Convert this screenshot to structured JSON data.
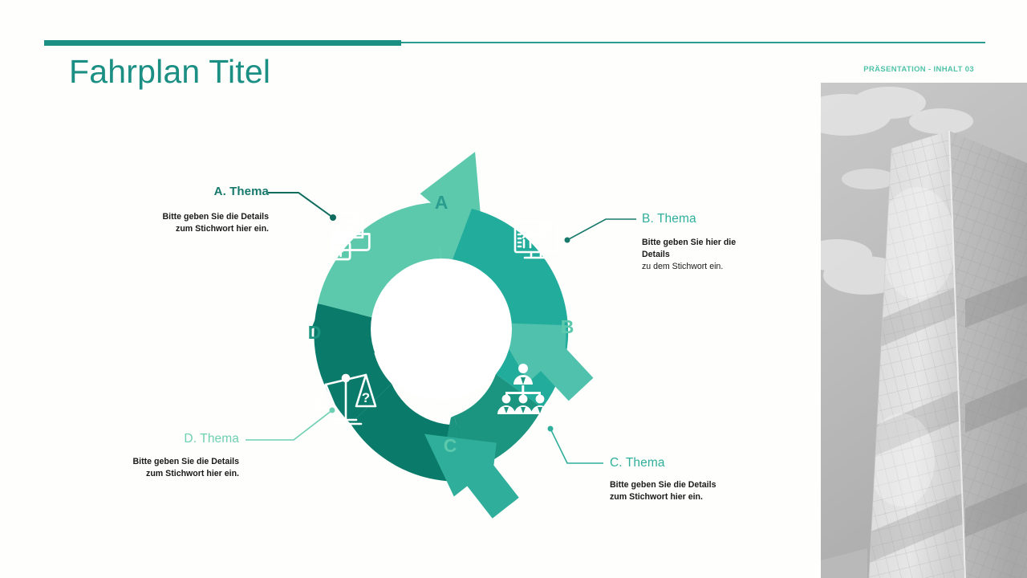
{
  "slide": {
    "title": "Fahrplan Titel",
    "eyebrow": "PRÄSENTATION - INHALT 03",
    "accent_color": "#1b8f83",
    "rule_color": "#2a9d8f",
    "eyebrow_color": "#4fc2a8",
    "background": "#fefffc"
  },
  "cycle": {
    "segments": [
      {
        "key": "A",
        "letter": "A",
        "color": "#5dc9ac",
        "letter_color": "#2a9d8f",
        "icon": "document-lock-icon",
        "title": "A. Thema",
        "title_color": "#17786c",
        "body_bold": "Bitte geben Sie die Details",
        "body_light": "zum Stichwort hier ein.",
        "align": "right"
      },
      {
        "key": "B",
        "letter": "B",
        "color": "#22ac9c",
        "letter_color": "#5dc9ac",
        "icon": "analytics-monitor-icon",
        "title": "B. Thema",
        "title_color": "#2fae9b",
        "body_bold": "Bitte geben Sie hier die Details",
        "body_light": "zu dem Stichwort ein.",
        "align": "left"
      },
      {
        "key": "C",
        "letter": "C",
        "color": "#1b9480",
        "letter_color": "#5dc9ac",
        "icon": "org-chart-icon",
        "title": "C. Thema",
        "title_color": "#2fae9b",
        "body_bold": "Bitte geben Sie die Details",
        "body_light": "zum Stichwort hier ein.",
        "align": "left"
      },
      {
        "key": "D",
        "letter": "D",
        "color": "#0a7a6a",
        "letter_color": "#1b9480",
        "icon": "balance-scale-icon",
        "title": "D. Thema",
        "title_color": "#6ecfb3",
        "body_bold": "Bitte geben Sie die Details",
        "body_light": "zum Stichwort hier ein.",
        "align": "right"
      }
    ],
    "center_fill": "#ffffff",
    "connector_colors": {
      "a": "#0f6b5e",
      "b": "#17786c",
      "c": "#2fae9b",
      "d": "#6ecfb3"
    }
  },
  "photo": {
    "alt": "glass-skyscraper-photo",
    "tone": "grayscale"
  }
}
